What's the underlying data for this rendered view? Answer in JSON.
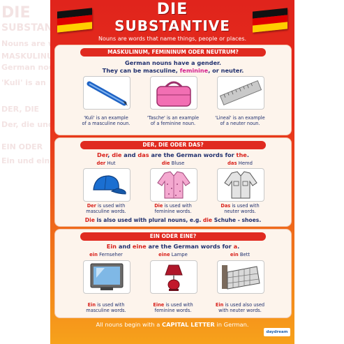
{
  "ghost_text": [
    "DIE",
    "SUBSTANTIVE",
    "Nouns are words",
    "MASKULINUM",
    "German nouns",
    "'Kuli' is an",
    "DER, DIE",
    "Der, die und das",
    "EIN ODER",
    "Ein und eine"
  ],
  "title": {
    "line1": "DIE",
    "line2": "SUBSTANTIVE"
  },
  "subtitle": "Nouns are words that name things, people or places.",
  "section1": {
    "heading": "MASKULINUM, FEMININUM ODER NEUTRUM?",
    "intro_line1": "German nouns have a gender.",
    "intro_pre": "They can be ",
    "masc": "masculine",
    "sep1": ", ",
    "fem": "feminine",
    "sep2": ", or ",
    "neut": "neuter",
    "end": ".",
    "items": [
      {
        "caption1": "'Kuli' is an example",
        "caption2": "of a masculine noun.",
        "icon": "pen-icon"
      },
      {
        "caption1": "'Tasche' is an example",
        "caption2": "of a feminine noun.",
        "icon": "bag-icon"
      },
      {
        "caption1": "'Lineal' is an example",
        "caption2": "of a neuter noun.",
        "icon": "ruler-icon"
      }
    ]
  },
  "section2": {
    "heading": "DER, DIE ODER DAS?",
    "intro": {
      "w1": "Der",
      "t1": ", ",
      "w2": "die",
      "t2": " and ",
      "w3": "das",
      "t3": " are the German words for ",
      "w4": "the",
      "t4": "."
    },
    "items": [
      {
        "article": "der",
        "noun": "Hut",
        "cap_art": "Der",
        "cap1": " is used with",
        "cap2": "masculine words.",
        "icon": "cap-icon"
      },
      {
        "article": "die",
        "noun": "Bluse",
        "cap_art": "Die",
        "cap1": " is used with",
        "cap2": "feminine words.",
        "icon": "blouse-icon"
      },
      {
        "article": "das",
        "noun": "Hemd",
        "cap_art": "Das",
        "cap1": " is used with",
        "cap2": "neuter words.",
        "icon": "shirt-icon"
      }
    ],
    "plural": {
      "w1": "Die",
      "t1": " is also used with plural nouns, e.g. ",
      "w2": "die",
      "t2": " Schuhe - shoes."
    }
  },
  "section3": {
    "heading": "EIN ODER EINE?",
    "intro": {
      "w1": "Ein",
      "t1": " and ",
      "w2": "eine",
      "t2": " are the German words for ",
      "w3": "a",
      "t3": "."
    },
    "items": [
      {
        "article": "ein",
        "noun": "Fernseher",
        "cap_art": "Ein",
        "cap1": " is used with",
        "cap2": "masculine words.",
        "icon": "tv-icon"
      },
      {
        "article": "eine",
        "noun": "Lampe",
        "cap_art": "Eine",
        "cap1": " is used with",
        "cap2": "feminine words.",
        "icon": "lamp-icon"
      },
      {
        "article": "ein",
        "noun": "Bett",
        "cap_art": "Ein",
        "cap1": " is used also used",
        "cap2": "with neuter words.",
        "icon": "bed-icon"
      }
    ]
  },
  "footer": {
    "pre": "All nouns begin with a ",
    "strong": "CAPITAL LETTER",
    "post": " in German."
  },
  "logo": "daydream",
  "colors": {
    "poster_top": "#e0241c",
    "poster_bottom": "#f7a21b",
    "heading_bar": "#e02a20",
    "text_blue": "#20306e",
    "feminine_pink": "#d41e8c",
    "article_red": "#d8211b"
  }
}
